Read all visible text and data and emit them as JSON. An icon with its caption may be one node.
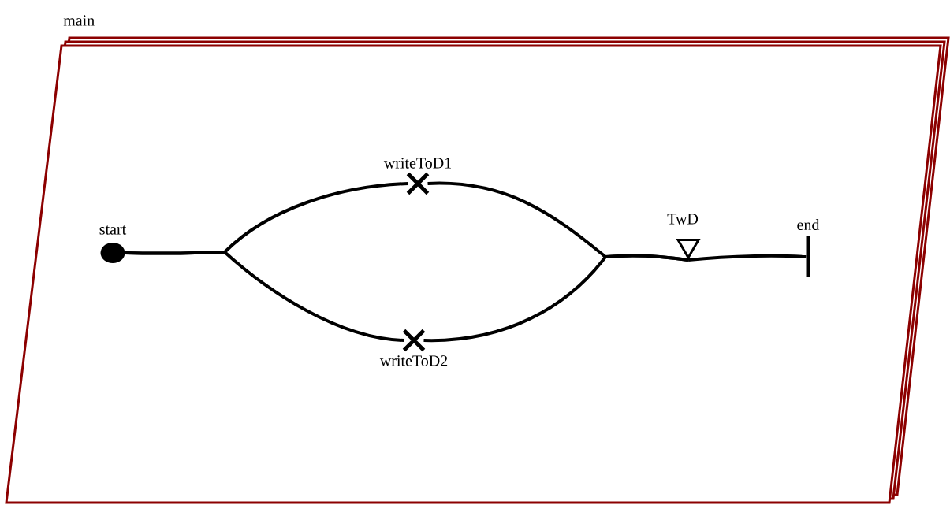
{
  "diagram": {
    "nodes": [
      {
        "text": [
          "main"
        ]
      },
      {
        "text": [
          "start"
        ],
        "in": 0
      },
      {
        "text": [
          "writeToD1"
        ],
        "in": 0
      },
      {
        "text": [
          "writeToD2"
        ],
        "in": 0
      },
      {
        "text": [
          "TwD"
        ],
        "in": 0
      },
      {
        "text": [
          "end"
        ],
        "in": 0
      }
    ],
    "edges": [
      {
        "from": 1,
        "to": 2,
        "arrow": "none"
      },
      {
        "from": 1,
        "to": 3,
        "arrow": "none"
      },
      {
        "from": 2,
        "to": 4,
        "arrow": "none"
      },
      {
        "from": 3,
        "to": 4,
        "arrow": "none"
      },
      {
        "from": 4,
        "to": 5,
        "arrow": "none"
      }
    ]
  }
}
